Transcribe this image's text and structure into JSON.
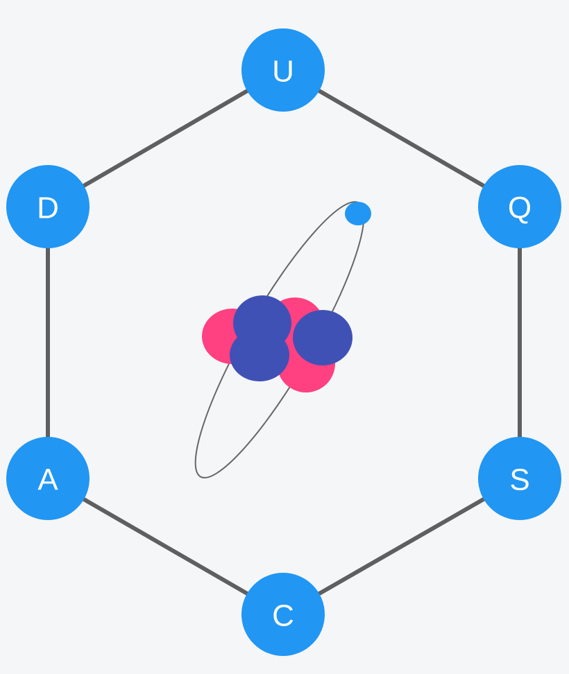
{
  "background_color": "#f5f6f8",
  "colors": {
    "node": "#2196f3",
    "edge": "#5f5f5f",
    "orbit": "#666666",
    "electron": "#2196f3",
    "proton": "#ff4081",
    "neutron": "#3f51b5"
  },
  "nodes": [
    "U",
    "Q",
    "S",
    "C",
    "A",
    "D"
  ],
  "central_icon": "atom-icon"
}
